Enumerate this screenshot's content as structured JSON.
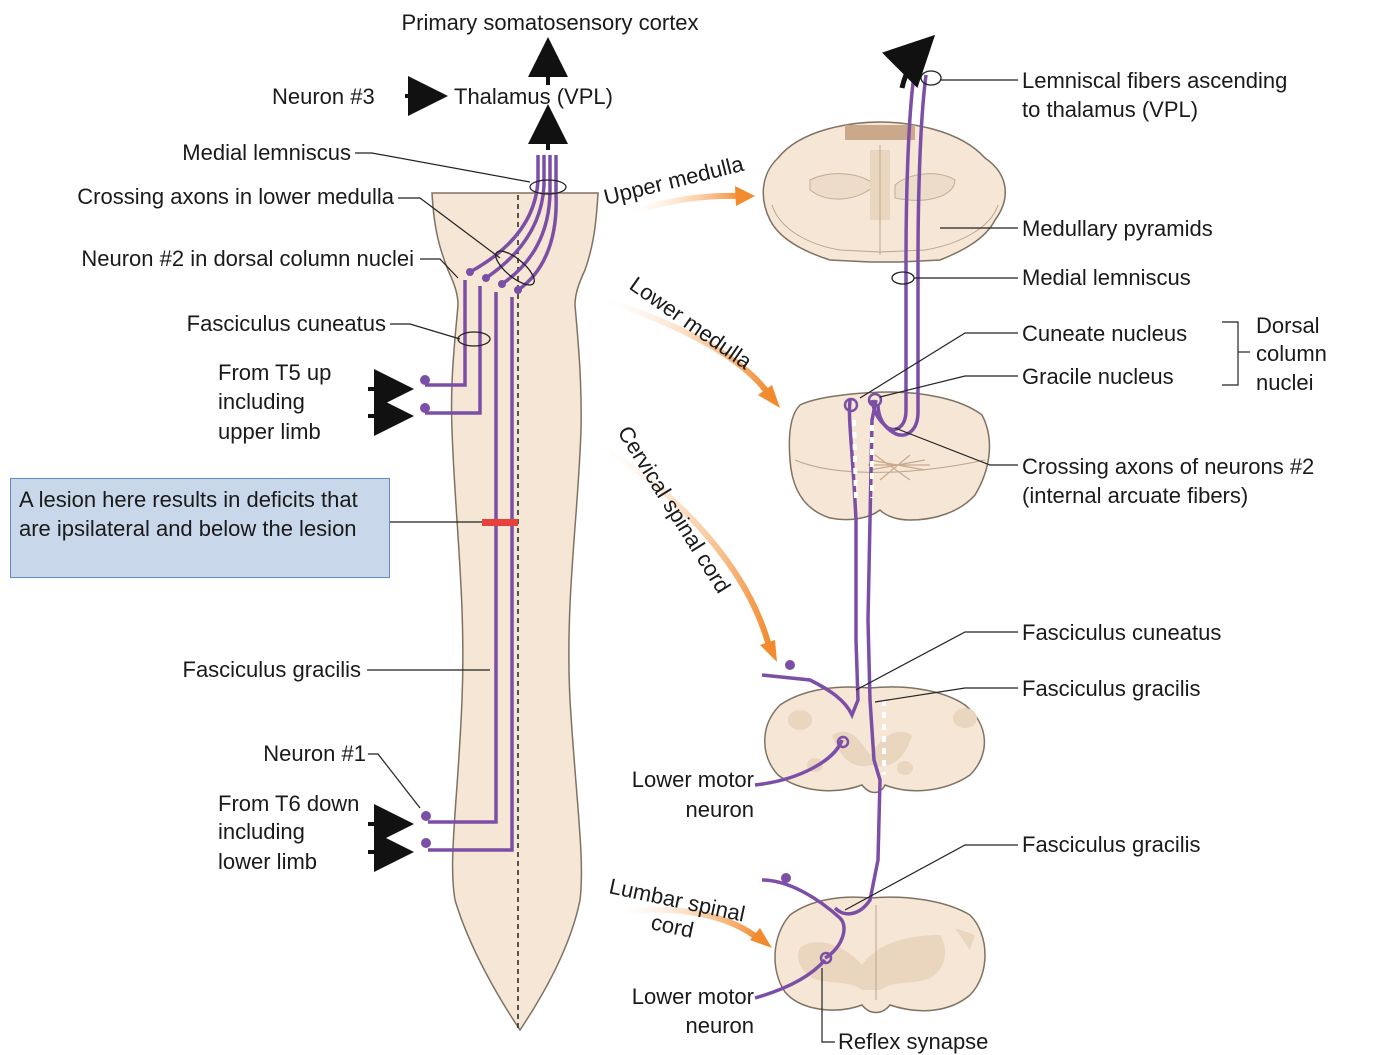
{
  "labels": {
    "cortex": "Primary somatosensory cortex",
    "neuron3": "Neuron #3",
    "thalamus": "Thalamus (VPL)",
    "medial_lemniscus_left": "Medial lemniscus",
    "crossing_axons_lower_medulla": "Crossing axons in lower medulla",
    "neuron2": "Neuron #2 in dorsal column nuclei",
    "fasciculus_cuneatus_left": "Fasciculus cuneatus",
    "from_t5": [
      "From T5 up",
      "including",
      "upper limb"
    ],
    "fasciculus_gracilis_left": "Fasciculus gracilis",
    "neuron1": "Neuron #1",
    "from_t6": [
      "From T6 down",
      "including",
      "lower limb"
    ],
    "lesion_note": "A lesion here results in deficits that are ipsilateral and below the lesion",
    "lemniscal_fibers": [
      "Lemniscal fibers ascending",
      "to thalamus (VPL)"
    ],
    "medullary_pyramids": "Medullary pyramids",
    "medial_lemniscus_right": "Medial lemniscus",
    "cuneate_nucleus": "Cuneate nucleus",
    "gracile_nucleus": "Gracile nucleus",
    "dorsal_column_nuclei": [
      "Dorsal",
      "column",
      "nuclei"
    ],
    "crossing_axons_neurons2": [
      "Crossing axons of neurons #2",
      "(internal arcuate fibers)"
    ],
    "fasciculus_cuneatus_right": "Fasciculus cuneatus",
    "fasciculus_gracilis_right1": "Fasciculus gracilis",
    "lower_motor_neuron_1": [
      "Lower motor",
      "neuron"
    ],
    "fasciculus_gracilis_right2": "Fasciculus gracilis",
    "lower_motor_neuron_2": [
      "Lower motor",
      "neuron"
    ],
    "reflex_synapse": "Reflex synapse",
    "upper_medulla": "Upper medulla",
    "lower_medulla": "Lower medulla",
    "cervical_spinal_cord": "Cervical spinal cord",
    "lumbar_spinal_cord": [
      "Lumbar spinal",
      "cord"
    ]
  },
  "colors": {
    "tissue": "#f6e6d6",
    "tissue_edge": "#8a7a6a",
    "gray_matter": "#ead5bf",
    "fiber": "#7b4fa6",
    "lesion": "#e8403a",
    "arrow_orange": "#f28a2e",
    "note_bg": "#c9d7ea"
  }
}
